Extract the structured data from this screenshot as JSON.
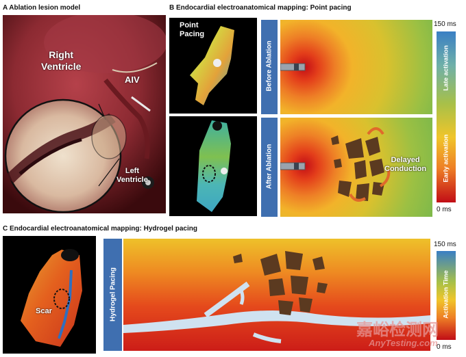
{
  "panels": {
    "a": {
      "title": "A Ablation lesion model",
      "labels": {
        "right_ventricle": "Right\nVentricle",
        "aiv": "AIV",
        "left_ventricle": "Left\nVentricle"
      }
    },
    "b": {
      "title": "B Endocardial electroanatomical mapping: Point pacing",
      "point_pacing": "Point\nPacing",
      "before": "Before Ablation",
      "after": "After Ablation",
      "delayed": "Delayed\nConduction",
      "scale_top": "150 ms",
      "scale_bottom": "0 ms",
      "late": "Late activation",
      "early": "Early activation"
    },
    "c": {
      "title": "C Endocardial electroanatomical mapping: Hydrogel pacing",
      "scar": "Scar",
      "hydrogel": "Hydrogel Pacing",
      "scale_top": "150 ms",
      "scale_bottom": "0 ms",
      "activation": "Activation Time"
    }
  },
  "watermark": {
    "cn": "嘉峪检测网",
    "en": "AnyTesting.com"
  },
  "colors": {
    "band_blue": "#3f6fb0",
    "tissue_dark": "#5a0f12",
    "scar_brown": "#5b3a20",
    "vessel": "#cfe2f0"
  }
}
